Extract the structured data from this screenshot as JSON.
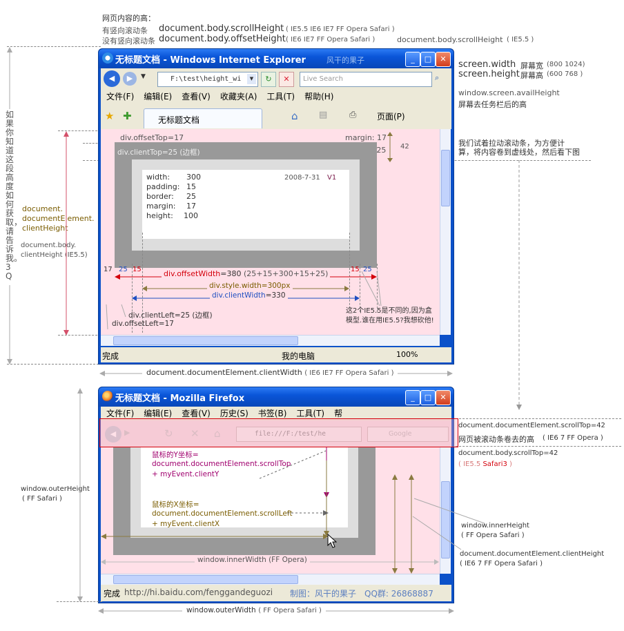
{
  "top_notes": {
    "heading": "网页内容的高：",
    "line1_label": "有竖向滚动条",
    "line1_code": "document.body.scrollHeight",
    "line1_note": "( IE5.5 IE6 IE7 FF Opera Safari )",
    "line2_label": "没有竖向滚动条",
    "line2_code": "document.body.offsetHeight",
    "line2_note": "( IE6 IE7 FF Opera Safari )",
    "line2_extra_code": "document.body.scrollHeight",
    "line2_extra_note": "( IE5.5 )"
  },
  "right_notes": {
    "screen_width": "screen.width",
    "screen_width_desc": "屏幕宽",
    "screen_width_vals": "(800  1024)",
    "screen_height": "screen.height",
    "screen_height_desc": "屏幕高",
    "screen_height_vals": "(600  768 )",
    "avail_height": "window.screen.availHeight",
    "avail_height_desc": "屏幕去任务栏后的高",
    "try_scroll_1": "我们试着拉动滚动条，为方便计",
    "try_scroll_2": "算，将内容卷到虚线处，然后看下图",
    "scrolltop_code": "document.documentElement.scrollTop=42",
    "scrolltop_desc": "网页被滚动条卷去的高",
    "scrolltop_note": "( IE6 7 FF Opera )",
    "body_scrolltop_code": "document.body.scrollTop=42",
    "body_scrolltop_note": "( IE5.5",
    "body_scrolltop_safari": "Safari3",
    "body_scrolltop_end": ")",
    "inner_height": "window.innerHeight",
    "inner_height_note": "( FF Opera Safari )",
    "client_height2": "document.documentElement.clientHeight",
    "client_height2_note": "( IE6 7 FF Opera Safari )"
  },
  "left_notes": {
    "vertical_text": "如果你知道这段高度如何获取，请告诉我。3Q",
    "dec_1": "document.",
    "dec_2": "documentElement.",
    "dec_3": "clientHeight",
    "body_ch_1": "document.body.",
    "body_ch_2": "clientHeight (IE5.5)",
    "outer_height": "window.outerHeight",
    "outer_height_note": "( FF Safari )"
  },
  "bottom_notes": {
    "client_width": "document.documentElement.clientWidth",
    "client_width_note": "( IE6 IE7 FF Opera Safari )",
    "outer_width": "window.outerWidth",
    "outer_width_note": "( FF Opera Safari )"
  },
  "ie": {
    "title": "无标题文档 - Windows Internet Explorer",
    "title_extra": "风干的果子",
    "address": "F:\\test\\height_wi",
    "search_placeholder": "Live Search",
    "menus": [
      "文件(F)",
      "编辑(E)",
      "查看(V)",
      "收藏夹(A)",
      "工具(T)",
      "帮助(H)"
    ],
    "tab": "无标题文档",
    "page_menu": "页面(P)",
    "status": "完成",
    "zone": "我的电脑",
    "zoom": "100%",
    "offset_top": "div.offsetTop=17",
    "margin": "margin: 17",
    "border": "border: 25",
    "sum42": "42",
    "client_top": "div.clientTop=25 (边框)",
    "box": {
      "width_k": "width:",
      "width_v": "300",
      "padding_k": "padding:",
      "padding_v": "15",
      "border_k": "border:",
      "border_v": "25",
      "margin_k": "margin:",
      "margin_v": "17",
      "height_k": "height:",
      "height_v": "100",
      "date": "2008-7-31",
      "version": "V1"
    },
    "n17": "17",
    "n25a": "25",
    "n15a": "15",
    "n15b": "15",
    "n25b": "25",
    "offset_width_prefix": "div.",
    "offset_width_key": "offsetWidth",
    "offset_width_val": "=380",
    "offset_width_calc": "(25+15+300+15+25)",
    "style_width": "div.style.width=300px",
    "client_width_prefix": "div.",
    "client_width_key": "clientWidth",
    "client_width_val": "=330",
    "client_left": "div.clientLeft=25 (边框)",
    "offset_left": "div.offsetLeft=17",
    "note_1": "这2个IE5.5是不同的,因为盒",
    "note_2": "模型.谁在用IE5.5?我想砍他!"
  },
  "ff": {
    "title": "无标题文档 - Mozilla Firefox",
    "menus": [
      "文件(F)",
      "编辑(E)",
      "查看(V)",
      "历史(S)",
      "书签(B)",
      "工具(T)",
      "帮"
    ],
    "address": "file:///F:/test/he",
    "search": "Google",
    "mouse_y_1": "鼠标的Y坐标=",
    "mouse_y_2": "document.documentElement.scrollTop",
    "mouse_y_3": "+ myEvent.clientY",
    "mouse_x_1": "鼠标的X坐标=",
    "mouse_x_2": "document.documentElement.scrollLeft",
    "mouse_x_3": "+ myEvent.clientX",
    "inner_width": "window.innerWidth",
    "inner_width_note": "(FF Opera)",
    "status": "完成",
    "status_url": "http://hi.baidu.com/fenggandeguozi",
    "credit": "制图：风干的果子",
    "qq": "QQ群: 26868887"
  }
}
